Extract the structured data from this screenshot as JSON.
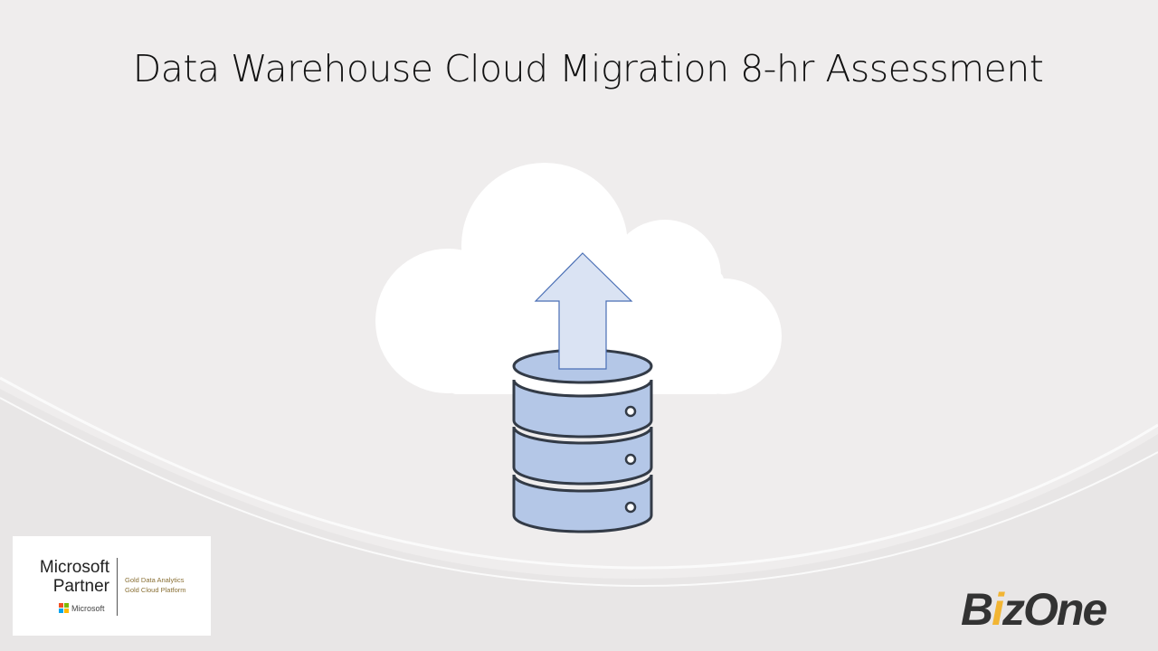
{
  "slide": {
    "title": "Data Warehouse Cloud Migration 8-hr Assessment"
  },
  "partner_badge": {
    "line1": "Microsoft",
    "line2": "Partner",
    "competencies": [
      "Gold Data Analytics",
      "Gold Cloud Platform"
    ],
    "ms_label": "Microsoft"
  },
  "brand": {
    "logo_b": "B",
    "logo_i": "i",
    "logo_rest": "zOne",
    "accent": "#f2b533"
  }
}
